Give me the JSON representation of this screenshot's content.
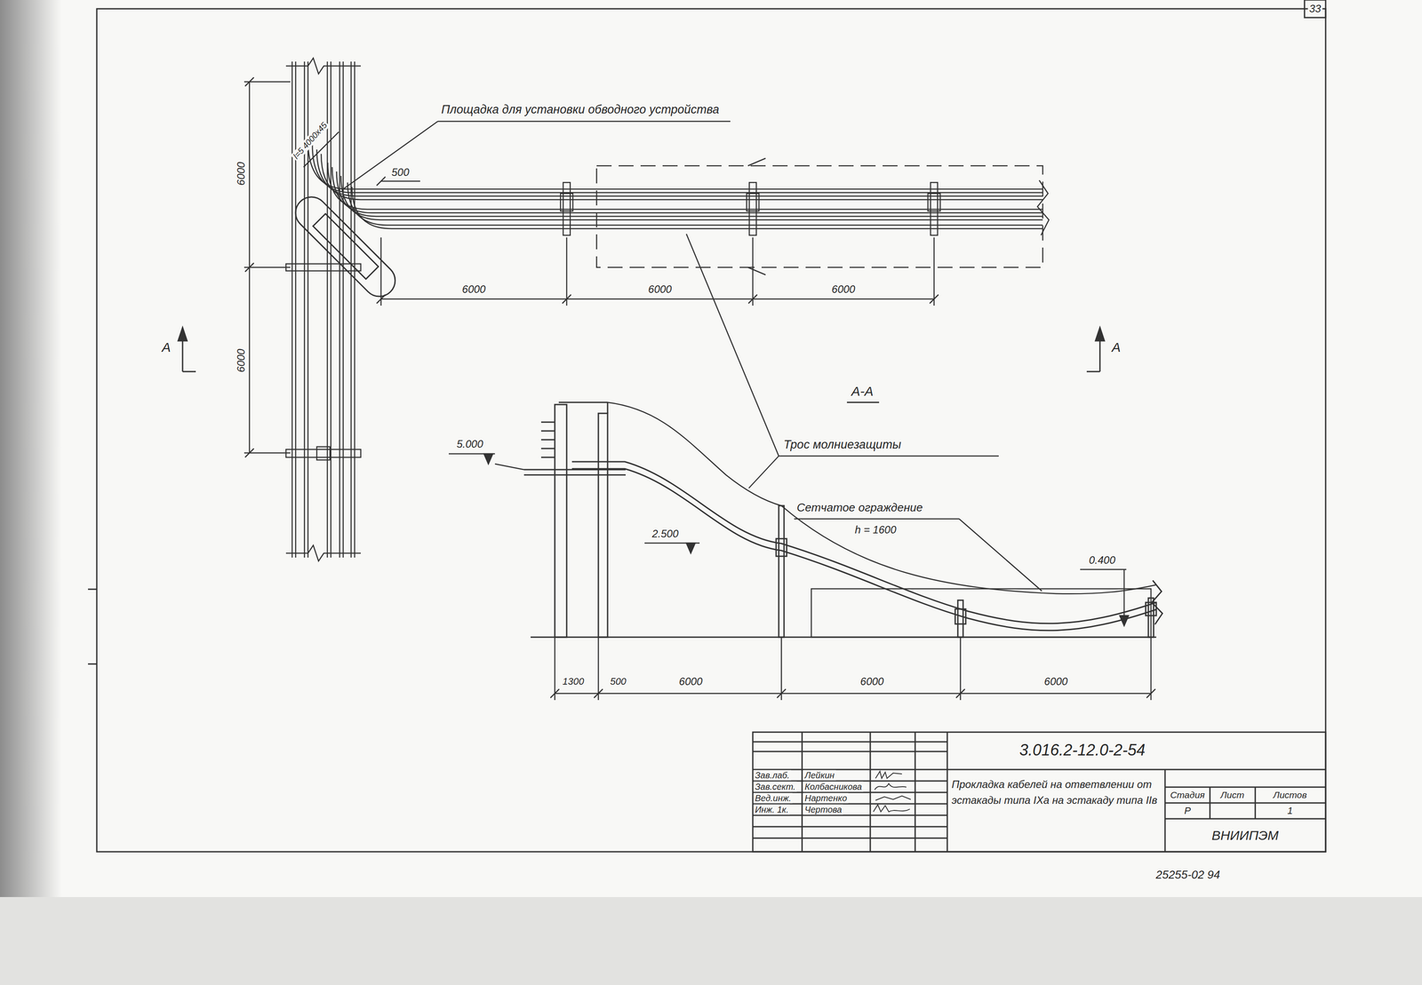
{
  "diagram": {
    "labels": [
      "33",
      "Площадка для установки обводного устройства",
      "500",
      "6000",
      "6000",
      "l=5 4000х45",
      "6000",
      "6000",
      "6000",
      "А",
      "А",
      "А-А",
      "Трос молниезащиты",
      "5.000",
      "Сетчатое ограждение",
      "h = 1600",
      "2.500",
      "0.400",
      "1300",
      "500",
      "6000",
      "6000",
      "6000",
      "3.016.2-12.0-2-54",
      "Зав.лаб.",
      "Лейкин",
      "Зав.сект.",
      "Колбасникова",
      "Вед.инж.",
      "Нартенко",
      "Инж. 1к.",
      "Чертова",
      "Прокладка кабелей на ответвлении от эстакады типа IXа на эстакаду типа IIв",
      "Стадия",
      "Лист",
      "Листов",
      "Р",
      "1",
      "ВНИИПЭМ",
      "25255-02 94"
    ]
  }
}
